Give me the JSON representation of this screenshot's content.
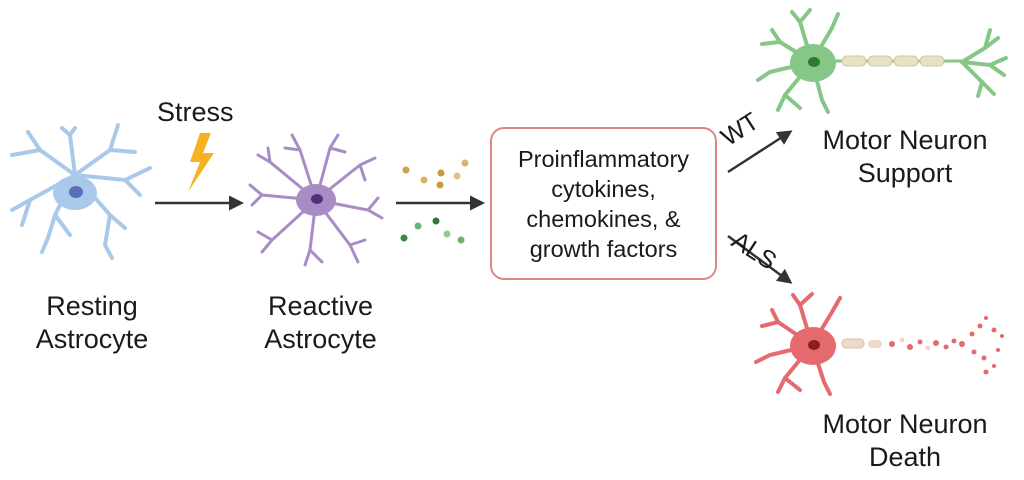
{
  "stages": {
    "resting": {
      "line1": "Resting",
      "line2": "Astrocyte"
    },
    "stress": {
      "label": "Stress"
    },
    "reactive": {
      "line1": "Reactive",
      "line2": "Astrocyte"
    },
    "secreted_factors": {
      "line1": "Proinflammatory",
      "line2": "cytokines,",
      "line3": "chemokines, &",
      "line4": "growth factors"
    }
  },
  "outcomes": {
    "wt": {
      "arrow_label": "WT",
      "line1": "Motor Neuron",
      "line2": "Support"
    },
    "als": {
      "arrow_label": "ALS",
      "line1": "Motor Neuron",
      "line2": "Death"
    }
  },
  "colors": {
    "resting_astrocyte": "#a9c9ea",
    "reactive_astrocyte": "#a98bc6",
    "healthy_neuron": "#86c787",
    "dying_neuron": "#e46a6d",
    "lightning": "#f5b324",
    "box_border": "#e08585",
    "arrow": "#333333"
  }
}
